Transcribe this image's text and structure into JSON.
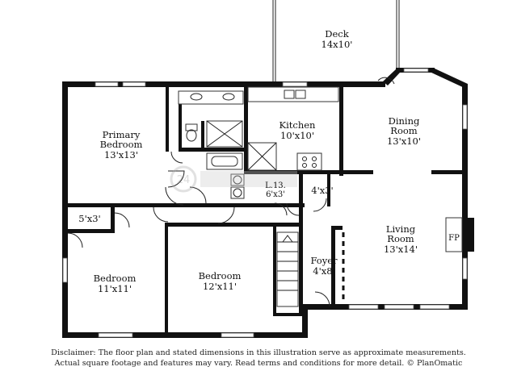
{
  "rooms": {
    "deck": {
      "name": "Deck",
      "dims": "14x10'"
    },
    "primary_bedroom": {
      "name1": "Primary",
      "name2": "Bedroom",
      "dims": "13'x13'"
    },
    "kitchen": {
      "name": "Kitchen",
      "dims": "10'x10'"
    },
    "dining_room": {
      "name1": "Dining",
      "name2": "Room",
      "dims": "13'x10'"
    },
    "laundry": {
      "name": "L.13.",
      "dims": "6'x3'"
    },
    "pantry": {
      "dims": "4'x3'"
    },
    "closet": {
      "dims": "5'x3'"
    },
    "living_room": {
      "name1": "Living",
      "name2": "Room",
      "dims": "13'x14'"
    },
    "fireplace": {
      "name": "FP"
    },
    "foyer": {
      "name": "Foyer",
      "dims": "4'x8'"
    },
    "bedroom_left": {
      "name": "Bedroom",
      "dims": "11'x11'"
    },
    "bedroom_right": {
      "name": "Bedroom",
      "dims": "12'x11'"
    }
  },
  "watermark": {
    "text": "24"
  },
  "disclaimer": {
    "line1": "Disclaimer: The floor plan and stated dimensions in this illustration serve as approximate measurements.",
    "line2": "Actual square footage and features may vary. Read terms and conditions for more detail. © PlanOmatic"
  }
}
